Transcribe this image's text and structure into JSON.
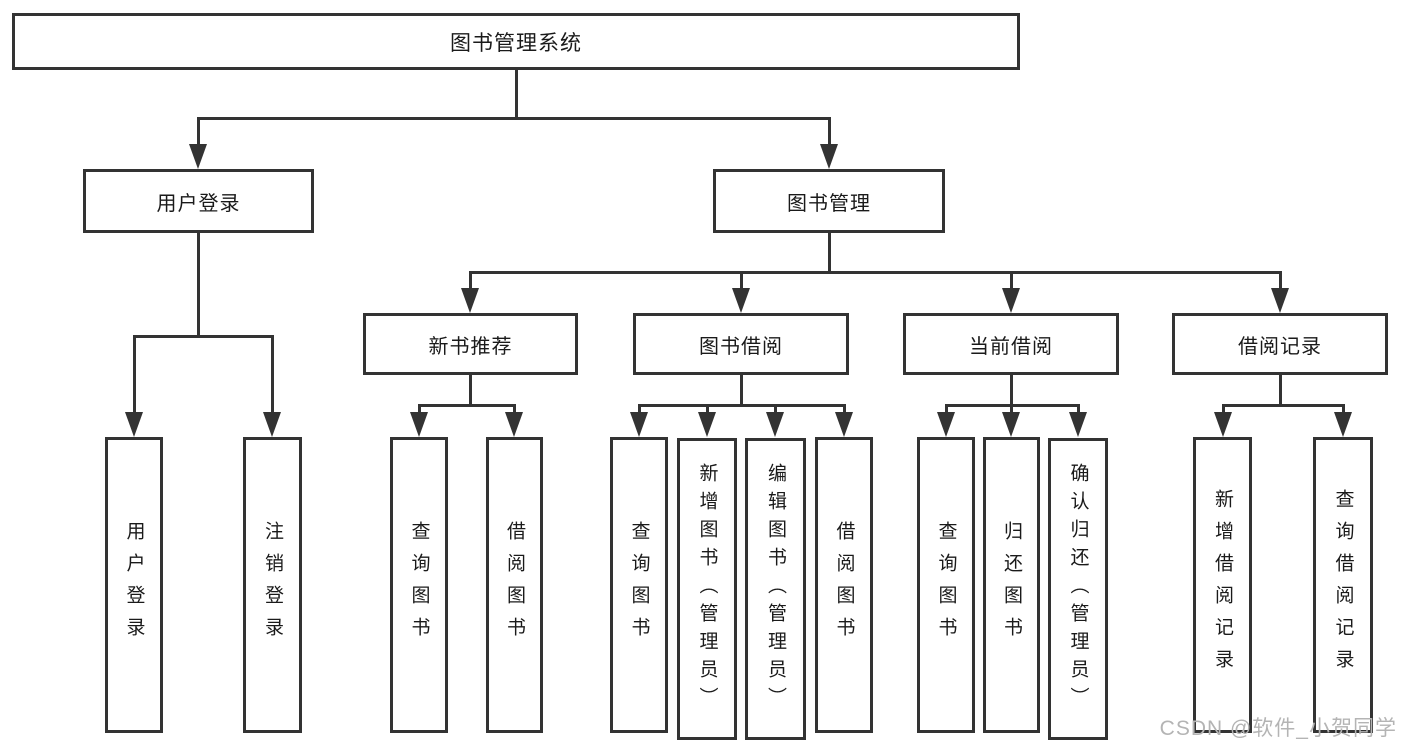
{
  "tree": {
    "root": {
      "label": "图书管理系统"
    },
    "login": {
      "label": "用户登录",
      "children": [
        {
          "label": "用户登录"
        },
        {
          "label": "注销登录"
        }
      ]
    },
    "management": {
      "label": "图书管理",
      "sections": [
        {
          "label": "新书推荐",
          "children": [
            {
              "label": "查询图书"
            },
            {
              "label": "借阅图书"
            }
          ]
        },
        {
          "label": "图书借阅",
          "children": [
            {
              "label": "查询图书"
            },
            {
              "label": "新增图书（管理员）"
            },
            {
              "label": "编辑图书（管理员）"
            },
            {
              "label": "借阅图书"
            }
          ]
        },
        {
          "label": "当前借阅",
          "children": [
            {
              "label": "查询图书"
            },
            {
              "label": "归还图书"
            },
            {
              "label": "确认归还（管理员）"
            }
          ]
        },
        {
          "label": "借阅记录",
          "children": [
            {
              "label": "新增借阅记录"
            },
            {
              "label": "查询借阅记录"
            }
          ]
        }
      ]
    }
  },
  "watermark": {
    "text": "CSDN @软件_小贺同学"
  },
  "colors": {
    "line": "#333333",
    "text": "#1a1a1a",
    "background": "#ffffff",
    "watermark": "#b4b4b4"
  }
}
